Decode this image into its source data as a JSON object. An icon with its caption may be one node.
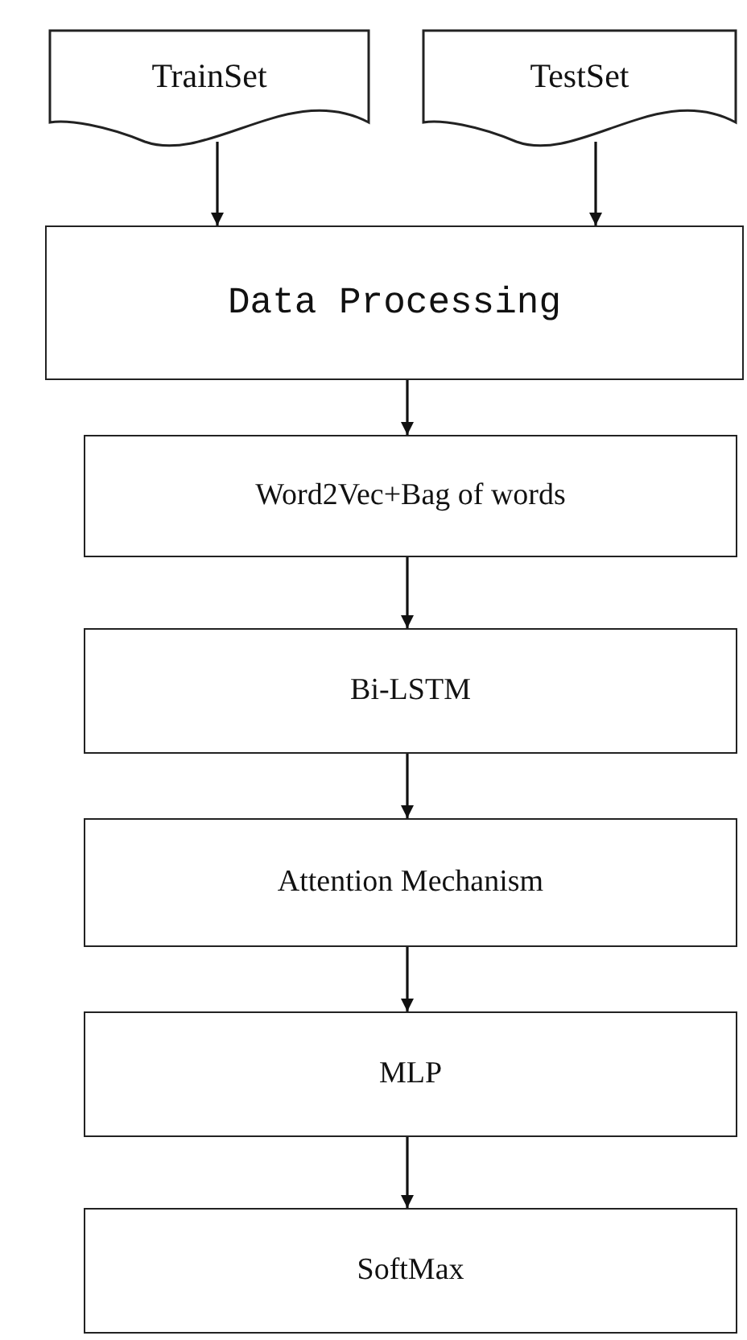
{
  "diagram": {
    "nodes": [
      {
        "text": [
          "TrainSet"
        ]
      },
      {
        "text": [
          "TestSet"
        ]
      },
      {
        "text": [
          "Data Processing"
        ]
      },
      {
        "text": [
          "Word2Vec+Bag of words"
        ]
      },
      {
        "text": [
          "Bi-LSTM"
        ]
      },
      {
        "text": [
          "Attention Mechanism"
        ]
      },
      {
        "text": [
          "MLP"
        ]
      },
      {
        "text": [
          "SoftMax"
        ]
      }
    ],
    "edges": [
      {
        "from": 0,
        "to": 2,
        "arrow": "to"
      },
      {
        "from": 1,
        "to": 2,
        "arrow": "to"
      },
      {
        "from": 2,
        "to": 3,
        "arrow": "to"
      },
      {
        "from": 3,
        "to": 4,
        "arrow": "to"
      },
      {
        "from": 4,
        "to": 5,
        "arrow": "to"
      },
      {
        "from": 5,
        "to": 6,
        "arrow": "to"
      },
      {
        "from": 6,
        "to": 7,
        "arrow": "to"
      }
    ]
  }
}
